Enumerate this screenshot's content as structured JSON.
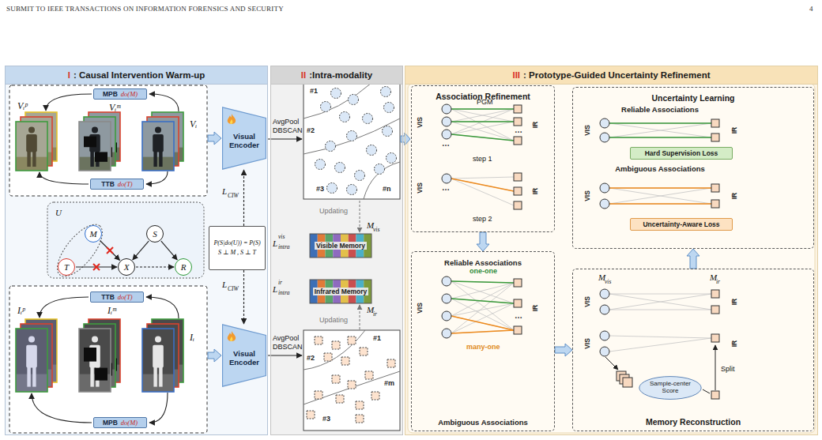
{
  "diagram": {
    "nodes": [
      {
        "text": [
          "I",
          ": Causal Intervention Warm-up"
        ]
      },
      {
        "text": [
          "II",
          ":Intra-modality"
        ]
      },
      {
        "text": [
          "III",
          ": Prototype-Guided Uncertainty Refinement"
        ]
      },
      {
        "text": [
          "MPB",
          "do(M)"
        ],
        "in": 0
      },
      {
        "text": [
          "TTB",
          "do(T)"
        ],
        "in": 0
      },
      {
        "text": [
          "Visual Encoder"
        ],
        "in": 0
      },
      {
        "text": [
          "TTB",
          "do(T)"
        ],
        "in": 0
      },
      {
        "text": [
          "MPB",
          "do(M)"
        ],
        "in": 0
      },
      {
        "text": [
          "Visual Encoder"
        ],
        "in": 0
      },
      {
        "text": [
          "M"
        ],
        "in": 0
      },
      {
        "text": [
          "T"
        ],
        "in": 0
      },
      {
        "text": [
          "S"
        ],
        "in": 0
      },
      {
        "text": [
          "X"
        ],
        "in": 0
      },
      {
        "text": [
          "R"
        ],
        "in": 0
      },
      {
        "text": [
          "P(S|do(U)) = P(S)",
          "S ⊥ M , S ⊥ T"
        ],
        "in": 0
      },
      {
        "text": [
          "Visible Memory"
        ],
        "in": 1
      },
      {
        "text": [
          "Infrared Memory"
        ],
        "in": 1
      },
      {
        "text": [
          "Association Refinement"
        ],
        "in": 2
      },
      {
        "text": [
          "Reliable Associations",
          "Ambiguous Associations"
        ],
        "in": 2
      },
      {
        "text": [
          "Uncertainty Learning"
        ],
        "in": 2
      },
      {
        "text": [
          "Hard Supervision Loss"
        ],
        "in": 19
      },
      {
        "text": [
          "Uncertainty-Aware Loss"
        ],
        "in": 19
      },
      {
        "text": [
          "Memory Reconstruction"
        ],
        "in": 2
      },
      {
        "text": [
          "Sample-center Score"
        ],
        "in": 22
      }
    ],
    "edges": [
      {
        "from": 9,
        "to": 12,
        "arrow": "to"
      },
      {
        "from": 10,
        "to": 12,
        "arrow": "to"
      },
      {
        "from": 11,
        "to": 12,
        "arrow": "to"
      },
      {
        "from": 11,
        "to": 13,
        "arrow": "to"
      },
      {
        "from": 12,
        "to": 13,
        "arrow": "to"
      },
      {
        "from": 14,
        "to": 5,
        "arrow": "to"
      },
      {
        "from": 14,
        "to": 8,
        "arrow": "to"
      },
      {
        "from": 17,
        "to": 18,
        "arrow": "to"
      },
      {
        "from": 18,
        "to": 22,
        "arrow": "to"
      },
      {
        "from": 22,
        "to": 19,
        "arrow": "to"
      }
    ],
    "labels": [
      "SUBMIT TO IEEE TRANSACTIONS ON INFORMATION FORENSICS AND SECURITY",
      "4",
      "Vᵢᵖ",
      "Vᵢᵐ",
      "Vᵢ",
      "U",
      "L",
      "CIW",
      "L",
      "CIW",
      "Iᵢᵖ",
      "Iᵢᵐ",
      "Iᵢ",
      "AvgPool",
      "DBSCAN",
      "#1",
      "#2",
      "#3",
      "#n",
      "Updating",
      "M",
      "vis",
      "L",
      "vis",
      "intra",
      "L",
      "ir",
      "intra",
      "M",
      "ir",
      "Updating",
      "AvgPool",
      "DBSCAN",
      "#1",
      "#2",
      "#3",
      "#m",
      "PGM",
      "VIS",
      "IR",
      "step 1",
      "VIS",
      "IR",
      "step 2",
      "one-one",
      "many-one",
      "VIS",
      "IR",
      "Reliable Associations",
      "Ambiguous Associations",
      "VIS",
      "IR",
      "VIS",
      "IR",
      "M",
      "vis",
      "M",
      "ir",
      "VIS",
      "IR",
      "VIS",
      "IR",
      "Split",
      "…",
      "…",
      "…",
      "…"
    ]
  }
}
